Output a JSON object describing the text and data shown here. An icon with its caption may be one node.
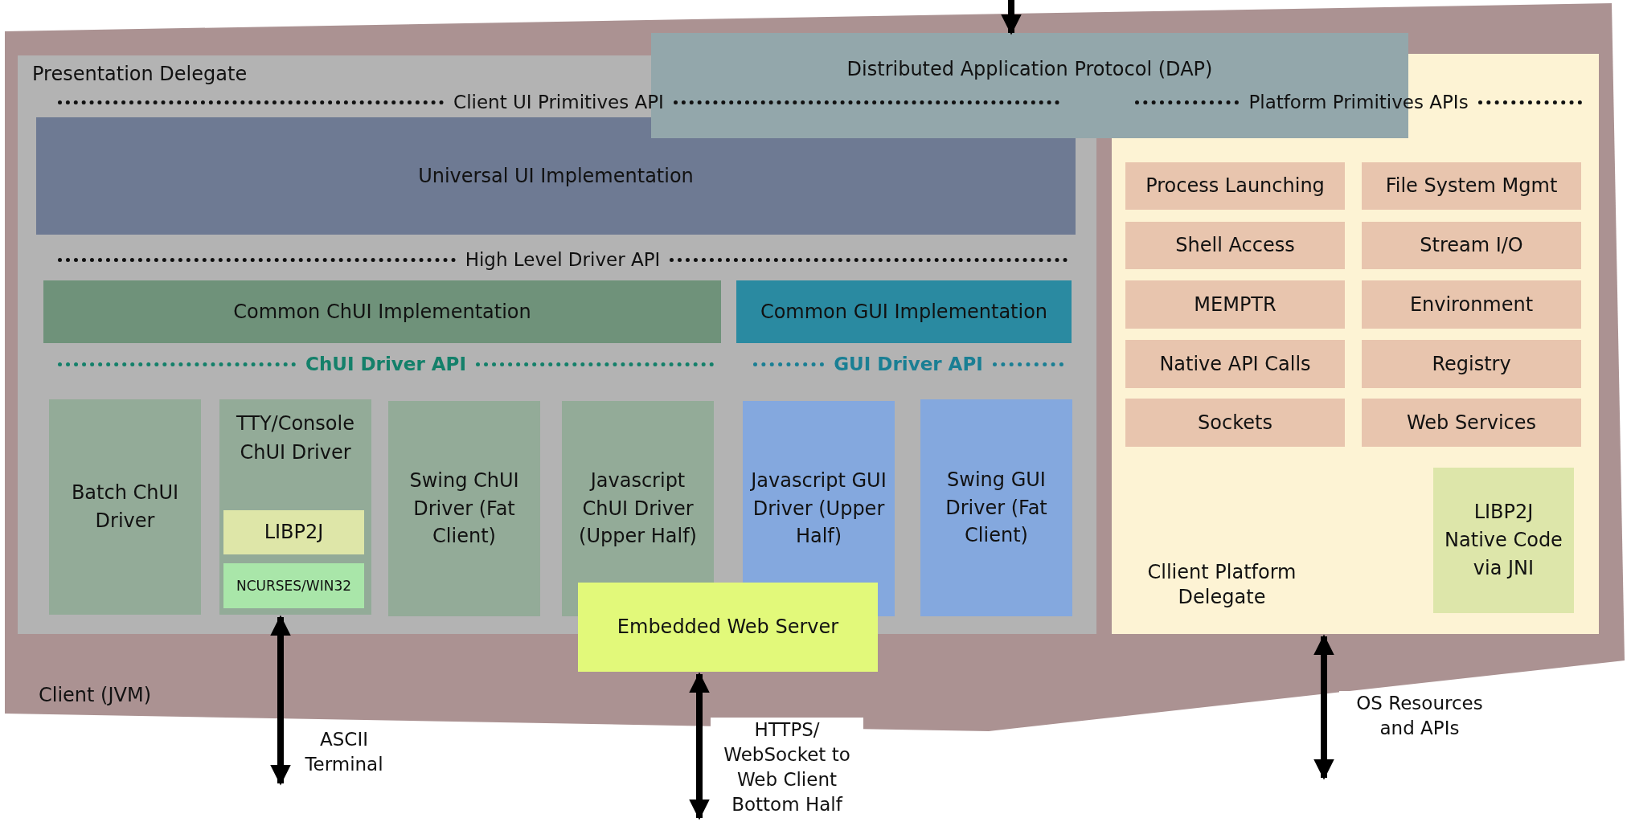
{
  "diagram": {
    "nodes": [
      {
        "text": [
          "Client (JVM)"
        ]
      },
      {
        "text": [
          "Presentation Delegate"
        ],
        "in": 0
      },
      {
        "text": [
          "Distributed Application Protocol (DAP)"
        ],
        "in": 0
      },
      {
        "text": [
          "Universal UI Implementation"
        ],
        "in": 1
      },
      {
        "text": [
          "Common ChUI Implementation"
        ],
        "in": 1
      },
      {
        "text": [
          "Common GUI Implementation"
        ],
        "in": 1
      },
      {
        "text": [
          "Batch ChUI Driver"
        ],
        "in": 1
      },
      {
        "text": [
          "TTY/Console ChUI Driver"
        ],
        "in": 1
      },
      {
        "text": [
          "LIBP2J"
        ],
        "in": 7
      },
      {
        "text": [
          "NCURSES/WIN32"
        ],
        "in": 7
      },
      {
        "text": [
          "Swing ChUI Driver (Fat Client)"
        ],
        "in": 1
      },
      {
        "text": [
          "Javascript ChUI Driver (Upper Half)"
        ],
        "in": 1
      },
      {
        "text": [
          "Javascript GUI Driver (Upper Half)"
        ],
        "in": 1
      },
      {
        "text": [
          "Swing GUI Driver (Fat Client)"
        ],
        "in": 1
      },
      {
        "text": [
          "Embedded Web Server"
        ],
        "in": 0
      },
      {
        "text": [
          "Cllient Platform Delegate"
        ],
        "in": 0
      },
      {
        "text": [
          "Process Launching"
        ],
        "in": 15
      },
      {
        "text": [
          "File System Mgmt"
        ],
        "in": 15
      },
      {
        "text": [
          "Shell Access"
        ],
        "in": 15
      },
      {
        "text": [
          "Stream I/O"
        ],
        "in": 15
      },
      {
        "text": [
          "MEMPTR"
        ],
        "in": 15
      },
      {
        "text": [
          "Environment"
        ],
        "in": 15
      },
      {
        "text": [
          "Native API Calls"
        ],
        "in": 15
      },
      {
        "text": [
          "Registry"
        ],
        "in": 15
      },
      {
        "text": [
          "Sockets"
        ],
        "in": 15
      },
      {
        "text": [
          "Web Services"
        ],
        "in": 15
      },
      {
        "text": [
          "LIBP2J Native Code via JNI"
        ],
        "in": 15
      }
    ],
    "edges": [
      {
        "from": null,
        "to": 2,
        "arrow": "to"
      },
      {
        "from": 7,
        "to": null,
        "arrow": "both",
        "label": "ASCII Terminal"
      },
      {
        "from": 14,
        "to": null,
        "arrow": "both",
        "label": "HTTPS/ WebSocket to Web Client Bottom Half"
      },
      {
        "from": 15,
        "to": null,
        "arrow": "both",
        "label": "OS Resources and APIs"
      }
    ],
    "labels": [
      "Client UI Primitives API",
      "Platform Primitives APIs",
      "High Level Driver API",
      "ChUI Driver API",
      "GUI Driver API"
    ]
  }
}
